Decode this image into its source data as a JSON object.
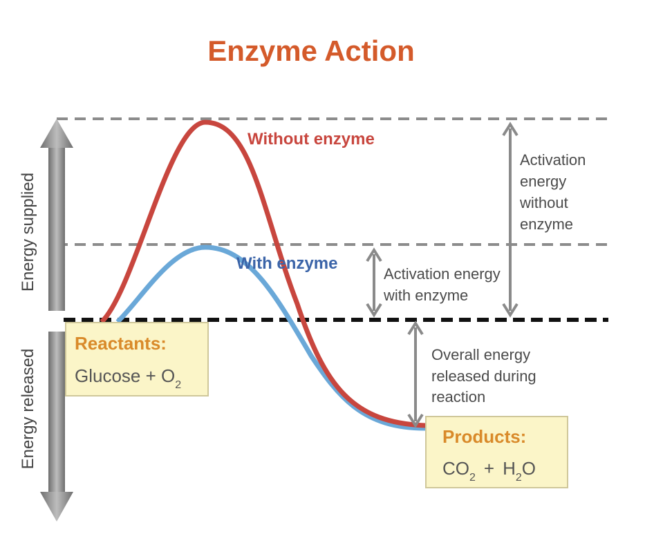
{
  "title": "Enzyme Action",
  "curves": {
    "without": {
      "label": "Without enzyme",
      "color": "#c8463e"
    },
    "with": {
      "label": "With enzyme",
      "color": "#6aa8d8",
      "label_color": "#3b64a8"
    }
  },
  "axis": {
    "supplied_label": "Energy supplied",
    "released_label": "Energy released",
    "arrow_color": "#8a8a8a"
  },
  "annotations": {
    "activation_without": [
      "Activation",
      "energy",
      "without",
      "enzyme"
    ],
    "activation_with": [
      "Activation energy",
      "with enzyme"
    ],
    "overall": [
      "Overall energy",
      "released during",
      "reaction"
    ]
  },
  "reactants": {
    "title": "Reactants:",
    "formula": {
      "main": "Glucose + O",
      "sub": "2"
    }
  },
  "products": {
    "title": "Products:",
    "formula": {
      "co": "CO",
      "co_sub": "2",
      "plus": "+",
      "h": "H",
      "h_sub": "2",
      "o": "O"
    }
  },
  "colors": {
    "title": "#d45a2a",
    "box_title": "#d98a2a",
    "box_fill": "#fbf5c8",
    "box_border": "#cfc79a",
    "dash_gray": "#8c8c8c",
    "dash_black": "#111111"
  }
}
